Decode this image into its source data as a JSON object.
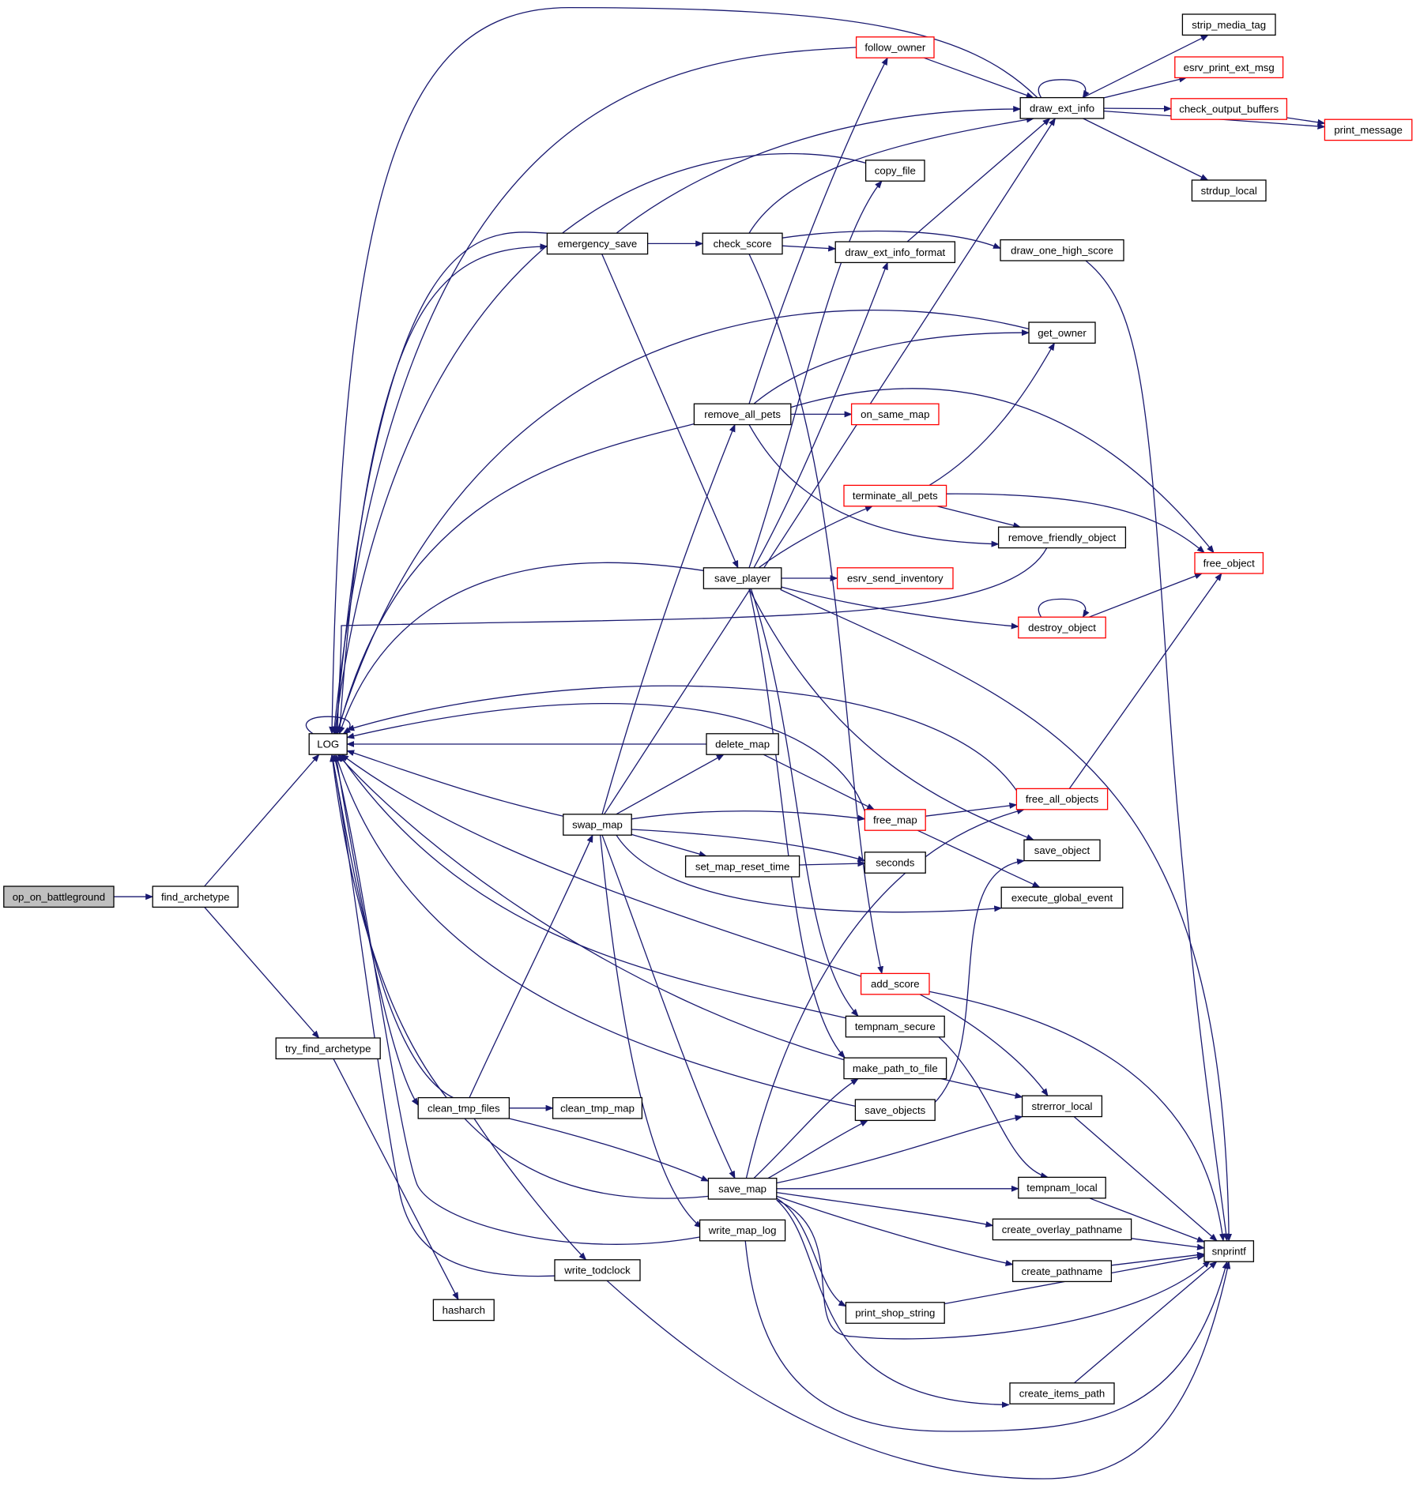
{
  "colors": {
    "edge": "#191970",
    "node_border_default": "#000000",
    "node_border_truncated": "#ff0000",
    "root_fill": "#bfbfbf",
    "node_fill": "#ffffff",
    "text": "#000000"
  },
  "nodes": [
    {
      "id": "op_on_battleground",
      "label": "op_on_battleground",
      "kind": "root"
    },
    {
      "id": "find_archetype",
      "label": "find_archetype",
      "kind": "normal"
    },
    {
      "id": "LOG",
      "label": "LOG",
      "kind": "normal"
    },
    {
      "id": "try_find_archetype",
      "label": "try_find_archetype",
      "kind": "normal"
    },
    {
      "id": "hasharch",
      "label": "hasharch",
      "kind": "normal"
    },
    {
      "id": "emergency_save",
      "label": "emergency_save",
      "kind": "normal"
    },
    {
      "id": "check_score",
      "label": "check_score",
      "kind": "normal"
    },
    {
      "id": "follow_owner",
      "label": "follow_owner",
      "kind": "truncated"
    },
    {
      "id": "copy_file",
      "label": "copy_file",
      "kind": "normal"
    },
    {
      "id": "draw_ext_info",
      "label": "draw_ext_info",
      "kind": "normal"
    },
    {
      "id": "strip_media_tag",
      "label": "strip_media_tag",
      "kind": "normal"
    },
    {
      "id": "esrv_print_ext_msg",
      "label": "esrv_print_ext_msg",
      "kind": "truncated"
    },
    {
      "id": "check_output_buffers",
      "label": "check_output_buffers",
      "kind": "truncated"
    },
    {
      "id": "print_message",
      "label": "print_message",
      "kind": "truncated"
    },
    {
      "id": "strdup_local",
      "label": "strdup_local",
      "kind": "normal"
    },
    {
      "id": "draw_ext_info_format",
      "label": "draw_ext_info_format",
      "kind": "normal"
    },
    {
      "id": "draw_one_high_score",
      "label": "draw_one_high_score",
      "kind": "normal"
    },
    {
      "id": "get_owner",
      "label": "get_owner",
      "kind": "normal"
    },
    {
      "id": "remove_all_pets",
      "label": "remove_all_pets",
      "kind": "normal"
    },
    {
      "id": "on_same_map",
      "label": "on_same_map",
      "kind": "truncated"
    },
    {
      "id": "terminate_all_pets",
      "label": "terminate_all_pets",
      "kind": "truncated"
    },
    {
      "id": "remove_friendly_object",
      "label": "remove_friendly_object",
      "kind": "normal"
    },
    {
      "id": "free_object",
      "label": "free_object",
      "kind": "truncated"
    },
    {
      "id": "save_player",
      "label": "save_player",
      "kind": "normal"
    },
    {
      "id": "esrv_send_inventory",
      "label": "esrv_send_inventory",
      "kind": "truncated"
    },
    {
      "id": "destroy_object",
      "label": "destroy_object",
      "kind": "truncated"
    },
    {
      "id": "delete_map",
      "label": "delete_map",
      "kind": "normal"
    },
    {
      "id": "free_all_objects",
      "label": "free_all_objects",
      "kind": "truncated"
    },
    {
      "id": "swap_map",
      "label": "swap_map",
      "kind": "normal"
    },
    {
      "id": "free_map",
      "label": "free_map",
      "kind": "truncated"
    },
    {
      "id": "save_object",
      "label": "save_object",
      "kind": "normal"
    },
    {
      "id": "set_map_reset_time",
      "label": "set_map_reset_time",
      "kind": "normal"
    },
    {
      "id": "seconds",
      "label": "seconds",
      "kind": "normal"
    },
    {
      "id": "execute_global_event",
      "label": "execute_global_event",
      "kind": "normal"
    },
    {
      "id": "add_score",
      "label": "add_score",
      "kind": "truncated"
    },
    {
      "id": "tempnam_secure",
      "label": "tempnam_secure",
      "kind": "normal"
    },
    {
      "id": "make_path_to_file",
      "label": "make_path_to_file",
      "kind": "normal"
    },
    {
      "id": "save_objects",
      "label": "save_objects",
      "kind": "normal"
    },
    {
      "id": "strerror_local",
      "label": "strerror_local",
      "kind": "normal"
    },
    {
      "id": "clean_tmp_files",
      "label": "clean_tmp_files",
      "kind": "normal"
    },
    {
      "id": "clean_tmp_map",
      "label": "clean_tmp_map",
      "kind": "normal"
    },
    {
      "id": "save_map",
      "label": "save_map",
      "kind": "normal"
    },
    {
      "id": "tempnam_local",
      "label": "tempnam_local",
      "kind": "normal"
    },
    {
      "id": "create_overlay_pathname",
      "label": "create_overlay_pathname",
      "kind": "normal"
    },
    {
      "id": "snprintf",
      "label": "snprintf",
      "kind": "normal"
    },
    {
      "id": "write_map_log",
      "label": "write_map_log",
      "kind": "normal"
    },
    {
      "id": "create_pathname",
      "label": "create_pathname",
      "kind": "normal"
    },
    {
      "id": "write_todclock",
      "label": "write_todclock",
      "kind": "normal"
    },
    {
      "id": "print_shop_string",
      "label": "print_shop_string",
      "kind": "normal"
    },
    {
      "id": "create_items_path",
      "label": "create_items_path",
      "kind": "normal"
    }
  ],
  "edges": [
    [
      "op_on_battleground",
      "find_archetype"
    ],
    [
      "find_archetype",
      "LOG"
    ],
    [
      "find_archetype",
      "try_find_archetype"
    ],
    [
      "try_find_archetype",
      "hasharch"
    ],
    [
      "LOG",
      "LOG"
    ],
    [
      "LOG",
      "emergency_save"
    ],
    [
      "LOG",
      "clean_tmp_files"
    ],
    [
      "emergency_save",
      "LOG"
    ],
    [
      "emergency_save",
      "check_score"
    ],
    [
      "emergency_save",
      "draw_ext_info"
    ],
    [
      "emergency_save",
      "save_player"
    ],
    [
      "check_score",
      "draw_ext_info"
    ],
    [
      "check_score",
      "draw_ext_info_format"
    ],
    [
      "check_score",
      "draw_one_high_score"
    ],
    [
      "check_score",
      "add_score"
    ],
    [
      "follow_owner",
      "LOG"
    ],
    [
      "follow_owner",
      "draw_ext_info"
    ],
    [
      "copy_file",
      "LOG"
    ],
    [
      "draw_ext_info",
      "LOG"
    ],
    [
      "draw_ext_info",
      "draw_ext_info"
    ],
    [
      "draw_ext_info",
      "strip_media_tag"
    ],
    [
      "draw_ext_info",
      "esrv_print_ext_msg"
    ],
    [
      "draw_ext_info",
      "check_output_buffers"
    ],
    [
      "draw_ext_info",
      "print_message"
    ],
    [
      "draw_ext_info",
      "strdup_local"
    ],
    [
      "check_output_buffers",
      "print_message"
    ],
    [
      "draw_ext_info_format",
      "draw_ext_info"
    ],
    [
      "draw_one_high_score",
      "snprintf"
    ],
    [
      "get_owner",
      "LOG"
    ],
    [
      "remove_all_pets",
      "LOG"
    ],
    [
      "remove_all_pets",
      "follow_owner"
    ],
    [
      "remove_all_pets",
      "get_owner"
    ],
    [
      "remove_all_pets",
      "on_same_map"
    ],
    [
      "remove_all_pets",
      "remove_friendly_object"
    ],
    [
      "remove_all_pets",
      "free_object"
    ],
    [
      "terminate_all_pets",
      "get_owner"
    ],
    [
      "terminate_all_pets",
      "remove_friendly_object"
    ],
    [
      "terminate_all_pets",
      "free_object"
    ],
    [
      "remove_friendly_object",
      "LOG"
    ],
    [
      "save_player",
      "LOG"
    ],
    [
      "save_player",
      "copy_file"
    ],
    [
      "save_player",
      "draw_ext_info_format"
    ],
    [
      "save_player",
      "terminate_all_pets"
    ],
    [
      "save_player",
      "esrv_send_inventory"
    ],
    [
      "save_player",
      "destroy_object"
    ],
    [
      "save_player",
      "save_object"
    ],
    [
      "save_player",
      "snprintf"
    ],
    [
      "save_player",
      "tempnam_secure"
    ],
    [
      "save_player",
      "make_path_to_file"
    ],
    [
      "destroy_object",
      "destroy_object"
    ],
    [
      "destroy_object",
      "free_object"
    ],
    [
      "delete_map",
      "LOG"
    ],
    [
      "delete_map",
      "free_map"
    ],
    [
      "free_all_objects",
      "LOG"
    ],
    [
      "free_all_objects",
      "free_object"
    ],
    [
      "swap_map",
      "LOG"
    ],
    [
      "swap_map",
      "delete_map"
    ],
    [
      "swap_map",
      "remove_all_pets"
    ],
    [
      "swap_map",
      "draw_ext_info"
    ],
    [
      "swap_map",
      "free_map"
    ],
    [
      "swap_map",
      "set_map_reset_time"
    ],
    [
      "swap_map",
      "seconds"
    ],
    [
      "swap_map",
      "execute_global_event"
    ],
    [
      "swap_map",
      "save_map"
    ],
    [
      "swap_map",
      "write_map_log"
    ],
    [
      "free_map",
      "LOG"
    ],
    [
      "free_map",
      "free_all_objects"
    ],
    [
      "free_map",
      "execute_global_event"
    ],
    [
      "set_map_reset_time",
      "seconds"
    ],
    [
      "add_score",
      "LOG"
    ],
    [
      "add_score",
      "strerror_local"
    ],
    [
      "add_score",
      "snprintf"
    ],
    [
      "tempnam_secure",
      "LOG"
    ],
    [
      "tempnam_secure",
      "tempnam_local"
    ],
    [
      "make_path_to_file",
      "LOG"
    ],
    [
      "make_path_to_file",
      "strerror_local"
    ],
    [
      "save_objects",
      "LOG"
    ],
    [
      "save_objects",
      "save_object"
    ],
    [
      "strerror_local",
      "snprintf"
    ],
    [
      "clean_tmp_files",
      "LOG"
    ],
    [
      "clean_tmp_files",
      "swap_map"
    ],
    [
      "clean_tmp_files",
      "clean_tmp_map"
    ],
    [
      "clean_tmp_files",
      "save_map"
    ],
    [
      "clean_tmp_files",
      "write_todclock"
    ],
    [
      "save_map",
      "LOG"
    ],
    [
      "save_map",
      "free_all_objects"
    ],
    [
      "save_map",
      "make_path_to_file"
    ],
    [
      "save_map",
      "save_objects"
    ],
    [
      "save_map",
      "strerror_local"
    ],
    [
      "save_map",
      "tempnam_local"
    ],
    [
      "save_map",
      "create_overlay_pathname"
    ],
    [
      "save_map",
      "create_pathname"
    ],
    [
      "save_map",
      "print_shop_string"
    ],
    [
      "save_map",
      "snprintf"
    ],
    [
      "save_map",
      "create_items_path"
    ],
    [
      "tempnam_local",
      "snprintf"
    ],
    [
      "create_overlay_pathname",
      "snprintf"
    ],
    [
      "create_pathname",
      "snprintf"
    ],
    [
      "write_map_log",
      "LOG"
    ],
    [
      "write_map_log",
      "snprintf"
    ],
    [
      "write_todclock",
      "LOG"
    ],
    [
      "write_todclock",
      "snprintf"
    ],
    [
      "print_shop_string",
      "snprintf"
    ],
    [
      "create_items_path",
      "snprintf"
    ]
  ]
}
